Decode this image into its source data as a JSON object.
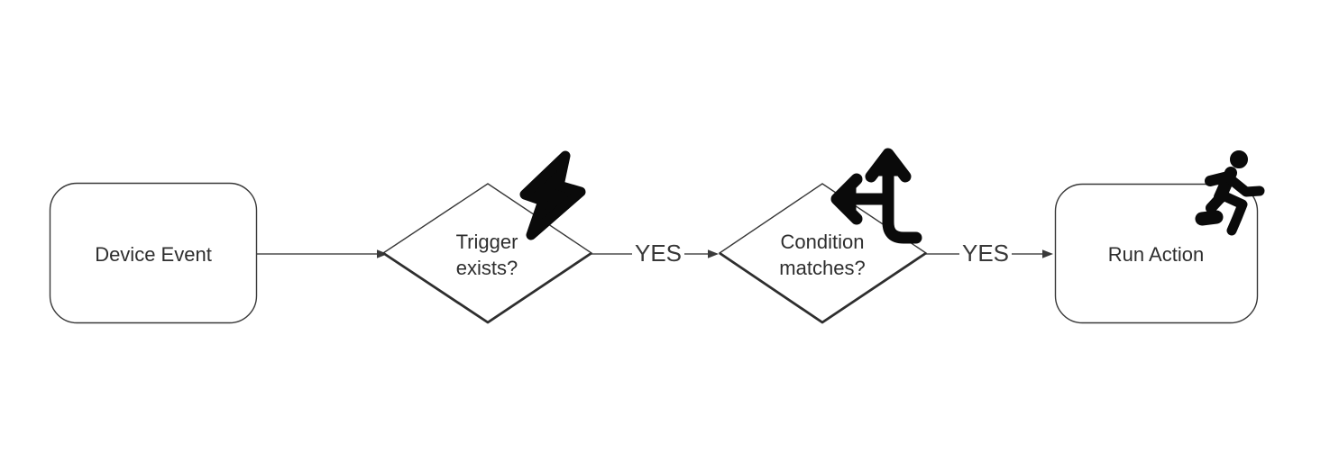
{
  "diagram": {
    "background_color": "#ffffff",
    "shape_stroke_color": "#383838",
    "text_color": "#2e2e2e",
    "icon_color": "#0a0a0a",
    "nodes": [
      {
        "id": "device-event",
        "type": "rounded-rectangle",
        "label": "Device Event"
      },
      {
        "id": "trigger-exists",
        "type": "decision-diamond",
        "label_line1": "Trigger",
        "label_line2": "exists?",
        "icon": "lightning-bolt-icon"
      },
      {
        "id": "condition-matches",
        "type": "decision-diamond",
        "label_line1": "Condition",
        "label_line2": "matches?",
        "icon": "split-arrows-up-left-icon"
      },
      {
        "id": "run-action",
        "type": "rounded-rectangle",
        "label": "Run Action",
        "icon": "running-person-icon"
      }
    ],
    "edges": [
      {
        "from": "device-event",
        "to": "trigger-exists",
        "label": ""
      },
      {
        "from": "trigger-exists",
        "to": "condition-matches",
        "label": "YES"
      },
      {
        "from": "condition-matches",
        "to": "run-action",
        "label": "YES"
      }
    ]
  }
}
